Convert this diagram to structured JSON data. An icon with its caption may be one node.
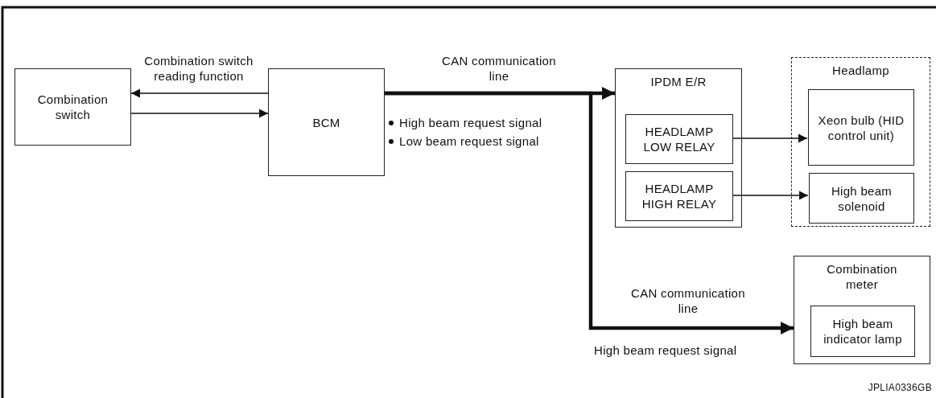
{
  "diagram": {
    "nodes": [
      {
        "text": [
          "Combination switch"
        ]
      },
      {
        "text": [
          "BCM"
        ]
      },
      {
        "text": [
          "IPDM E/R"
        ]
      },
      {
        "text": [
          "HEADLAMP LOW RELAY"
        ],
        "in": 2
      },
      {
        "text": [
          "HEADLAMP HIGH RELAY"
        ],
        "in": 2
      },
      {
        "text": [
          "Headlamp"
        ]
      },
      {
        "text": [
          "Xeon bulb (HID control unit)"
        ],
        "in": 5
      },
      {
        "text": [
          "High beam solenoid"
        ],
        "in": 5
      },
      {
        "text": [
          "Combination meter"
        ]
      },
      {
        "text": [
          "High beam indicator lamp"
        ],
        "in": 8
      }
    ],
    "edges": [
      {
        "from": 1,
        "to": 0,
        "arrow": "to",
        "label": "Combination switch reading function"
      },
      {
        "from": 0,
        "to": 1,
        "arrow": "to"
      },
      {
        "from": 1,
        "to": 2,
        "arrow": "to",
        "label": "CAN communication line",
        "style": "thick"
      },
      {
        "from": 1,
        "to": 8,
        "arrow": "to",
        "label": "CAN communication line",
        "style": "thick"
      },
      {
        "from": 3,
        "to": 6,
        "arrow": "to"
      },
      {
        "from": 4,
        "to": 7,
        "arrow": "to"
      }
    ],
    "labels": [
      "High beam request signal",
      "Low beam request signal",
      "High beam request signal",
      "JPLIA0336GB"
    ]
  }
}
